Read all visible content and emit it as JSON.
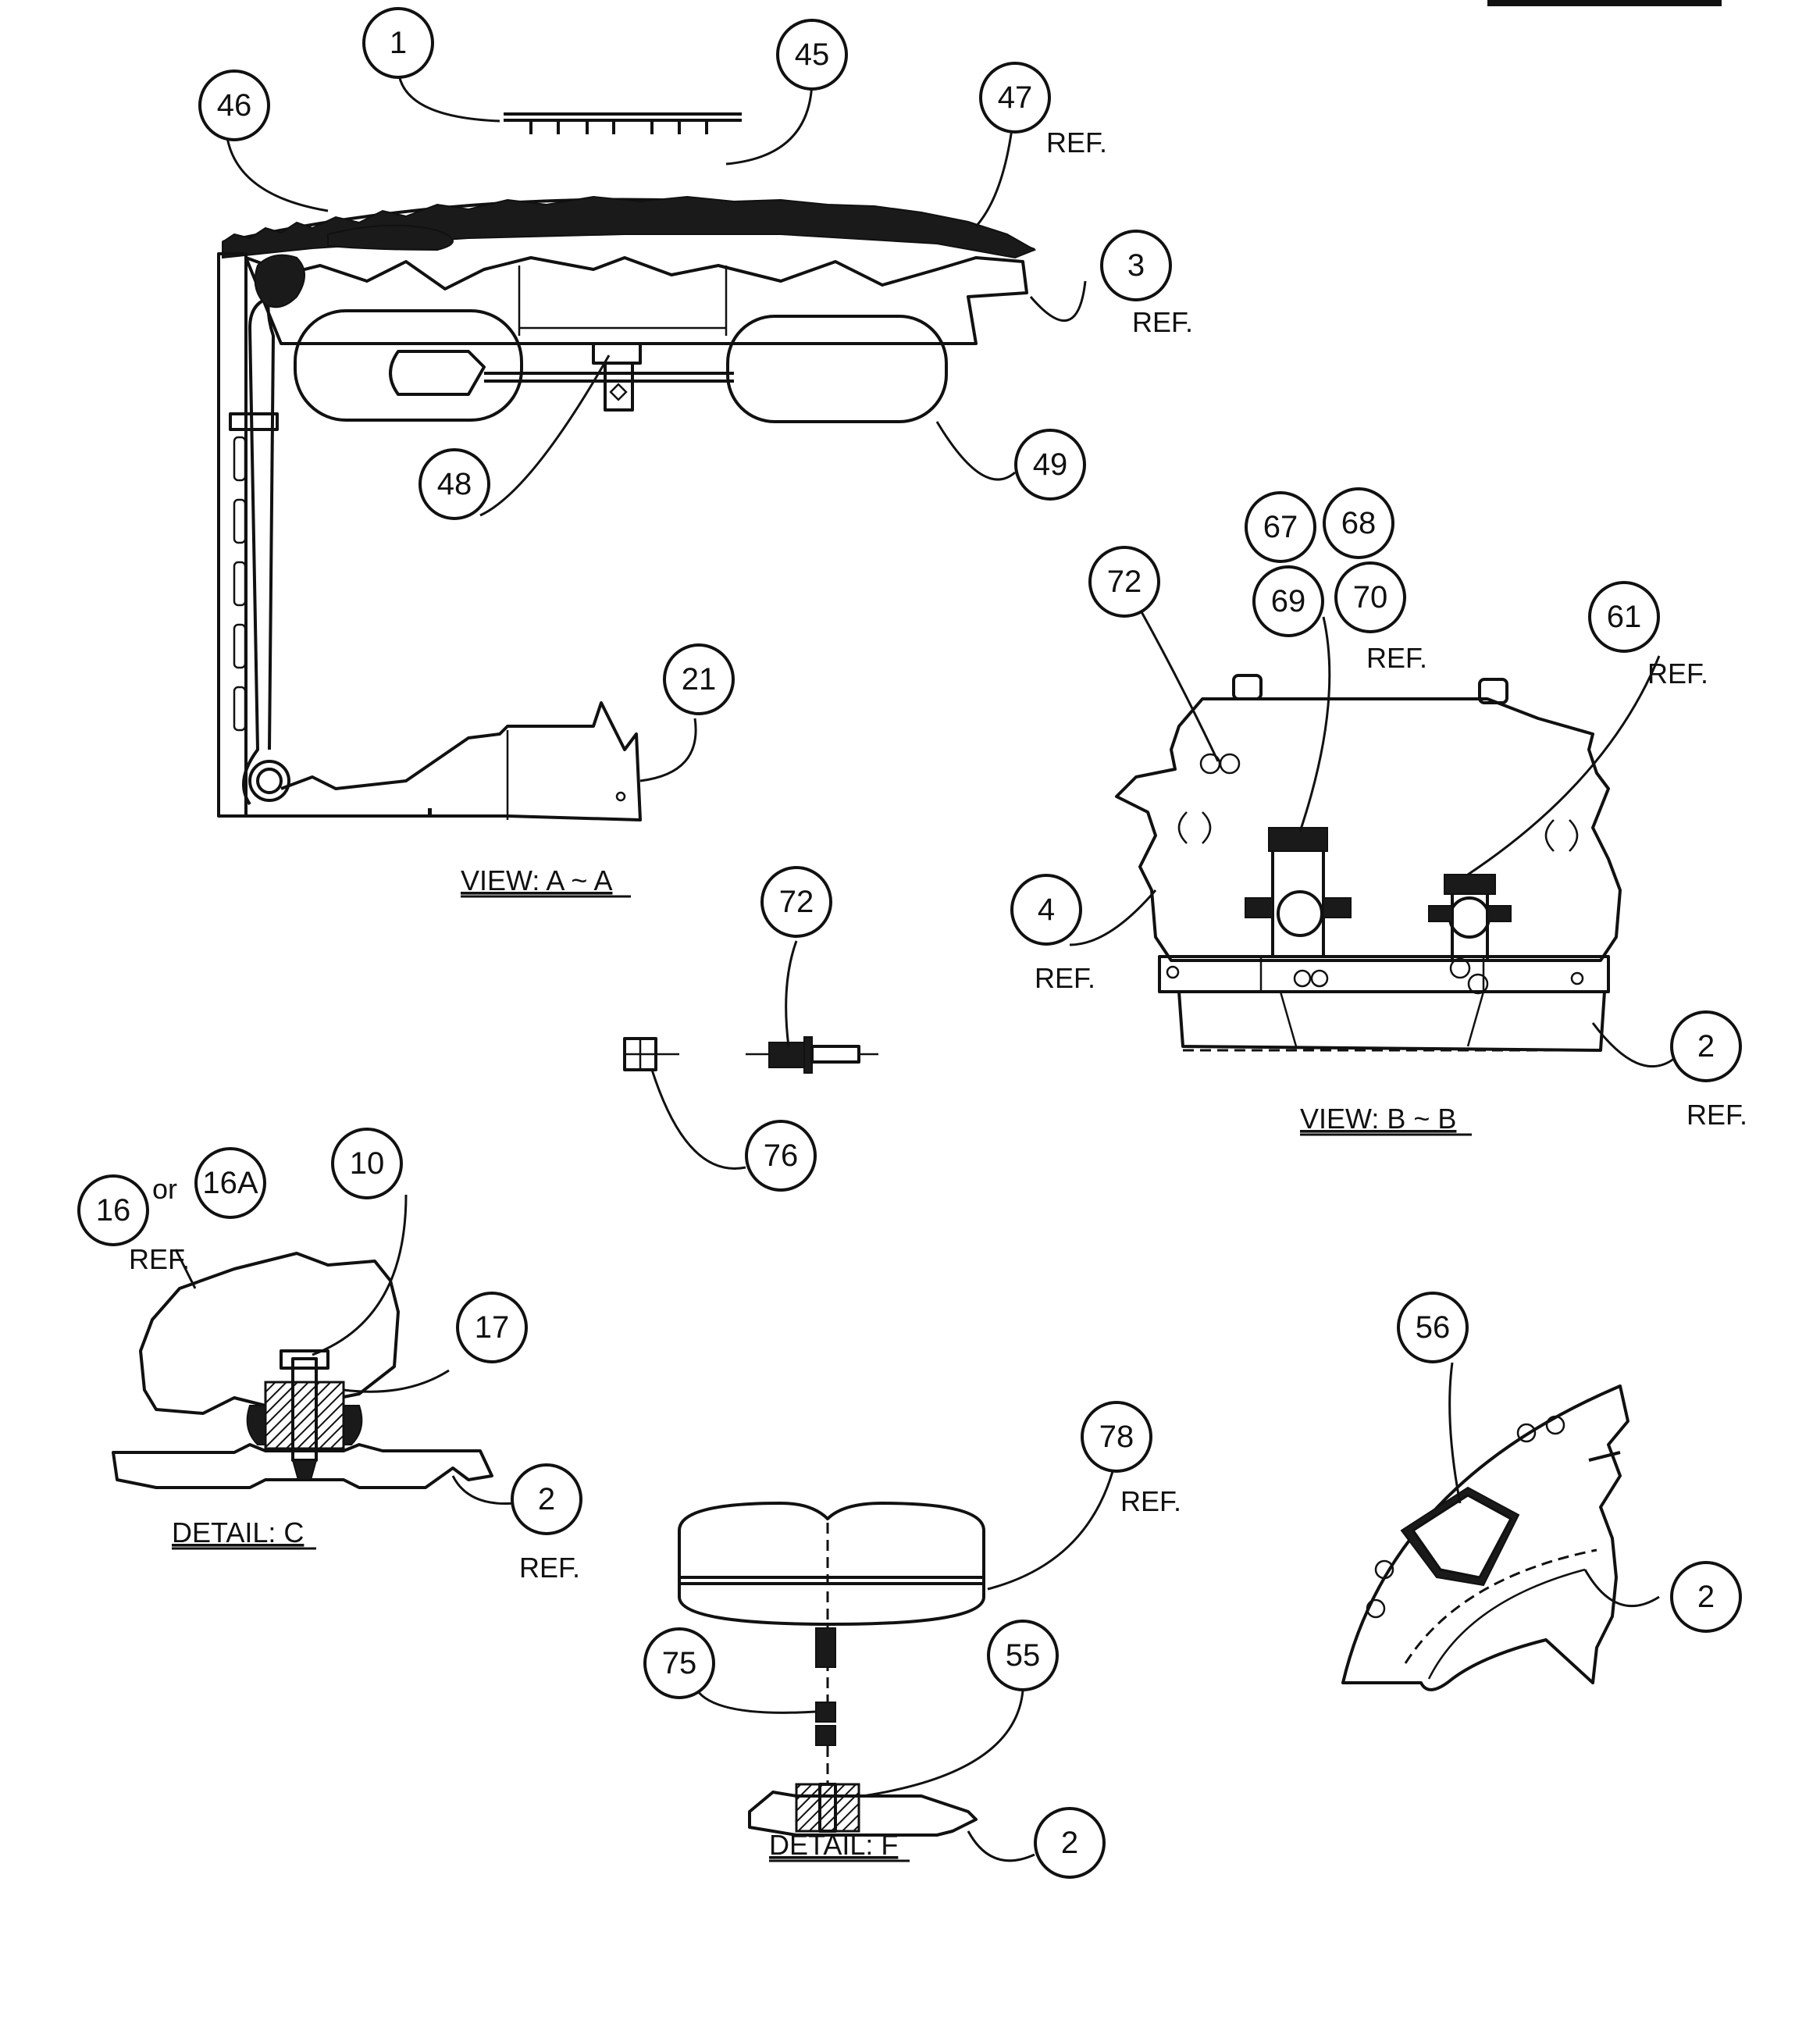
{
  "callouts": [
    {
      "id": "c1",
      "label": "1"
    },
    {
      "id": "c45",
      "label": "45"
    },
    {
      "id": "c46",
      "label": "46"
    },
    {
      "id": "c47",
      "label": "47"
    },
    {
      "id": "c3",
      "label": "3"
    },
    {
      "id": "c48",
      "label": "48"
    },
    {
      "id": "c49",
      "label": "49"
    },
    {
      "id": "c21",
      "label": "21"
    },
    {
      "id": "c67",
      "label": "67"
    },
    {
      "id": "c68",
      "label": "68"
    },
    {
      "id": "c72a",
      "label": "72"
    },
    {
      "id": "c69",
      "label": "69"
    },
    {
      "id": "c70",
      "label": "70"
    },
    {
      "id": "c61",
      "label": "61"
    },
    {
      "id": "c4",
      "label": "4"
    },
    {
      "id": "c2a",
      "label": "2"
    },
    {
      "id": "c72b",
      "label": "72"
    },
    {
      "id": "c76",
      "label": "76"
    },
    {
      "id": "c16",
      "label": "16"
    },
    {
      "id": "c16A",
      "label": "16A"
    },
    {
      "id": "c10",
      "label": "10"
    },
    {
      "id": "c17",
      "label": "17"
    },
    {
      "id": "c2b",
      "label": "2"
    },
    {
      "id": "c56",
      "label": "56"
    },
    {
      "id": "c2c",
      "label": "2"
    },
    {
      "id": "c78",
      "label": "78"
    },
    {
      "id": "c75",
      "label": "75"
    },
    {
      "id": "c55",
      "label": "55"
    },
    {
      "id": "c2d",
      "label": "2"
    }
  ],
  "ref_labels": {
    "ref47": "REF.",
    "ref3": "REF.",
    "ref70": "REF.",
    "ref61": "REF.",
    "ref4": "REF.",
    "ref2a": "REF.",
    "ref16": "REF.",
    "ref2b": "REF.",
    "ref78": "REF."
  },
  "or_label": "or",
  "captions": {
    "view_aa": "VIEW: A ~ A",
    "view_bb": "VIEW: B ~ B",
    "detail_c": "DETAIL: C",
    "detail_f": "DETAIL: F"
  }
}
